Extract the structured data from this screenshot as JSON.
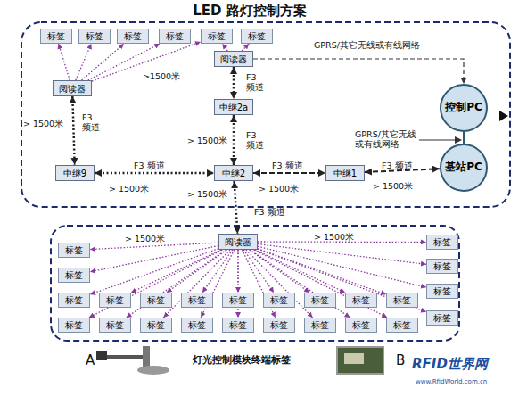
{
  "diagram": {
    "title": "LED 路灯控制方案",
    "nodes": [
      {
        "text": [
          "标签"
        ]
      },
      {
        "text": [
          "标签"
        ]
      },
      {
        "text": [
          "标签"
        ]
      },
      {
        "text": [
          "标签"
        ]
      },
      {
        "text": [
          "标签"
        ]
      },
      {
        "text": [
          "标签"
        ]
      },
      {
        "text": [
          "阅读器"
        ]
      },
      {
        "text": [
          "阅读器"
        ]
      },
      {
        "text": [
          "中继2a"
        ]
      },
      {
        "text": [
          "控制PC"
        ]
      },
      {
        "text": [
          "中继9"
        ]
      },
      {
        "text": [
          "中继2"
        ]
      },
      {
        "text": [
          "中继1"
        ]
      },
      {
        "text": [
          "基站PC"
        ]
      },
      {
        "text": [
          "阅读器"
        ]
      },
      {
        "text": [
          "标签"
        ]
      },
      {
        "text": [
          "标签"
        ]
      },
      {
        "text": [
          "标签"
        ]
      },
      {
        "text": [
          "标签"
        ]
      },
      {
        "text": [
          "标签"
        ]
      },
      {
        "text": [
          "标签"
        ]
      },
      {
        "text": [
          "标签"
        ]
      },
      {
        "text": [
          "标签"
        ]
      },
      {
        "text": [
          "标签"
        ]
      },
      {
        "text": [
          "标签"
        ]
      },
      {
        "text": [
          "标签"
        ]
      },
      {
        "text": [
          "标签"
        ]
      },
      {
        "text": [
          "标签"
        ]
      },
      {
        "text": [
          "标签"
        ]
      },
      {
        "text": [
          "标签"
        ]
      },
      {
        "text": [
          "标签"
        ]
      },
      {
        "text": [
          "标签"
        ]
      },
      {
        "text": [
          "标签"
        ]
      },
      {
        "text": [
          "标签"
        ]
      },
      {
        "text": [
          "标签"
        ]
      },
      {
        "text": [
          "标签"
        ]
      },
      {
        "text": [
          "标签"
        ]
      },
      {
        "text": [
          "标签"
        ]
      },
      {
        "text": [
          "标签"
        ]
      }
    ],
    "edges": [
      {
        "from": 7,
        "to": 0,
        "arrow": "to"
      },
      {
        "from": 7,
        "to": 1,
        "arrow": "to"
      },
      {
        "from": 7,
        "to": 2,
        "arrow": "to"
      },
      {
        "from": 7,
        "to": 3,
        "arrow": "to"
      },
      {
        "from": 7,
        "to": 4,
        "arrow": "to"
      },
      {
        "from": 6,
        "to": 4,
        "arrow": "to"
      },
      {
        "from": 6,
        "to": 5,
        "arrow": "to"
      },
      {
        "from": 6,
        "to": 9,
        "label": "GPRS/其它无线或有线网络",
        "arrow": "to"
      },
      {
        "from": 6,
        "to": 8,
        "label": "F3 频道",
        "arrow": "both"
      },
      {
        "from": 7,
        "to": 10,
        "label": "F3 频道",
        "arrow": "both"
      },
      {
        "from": 8,
        "to": 11,
        "label": "F3 频道",
        "arrow": "both"
      },
      {
        "from": 10,
        "to": 11,
        "label": "F3 频道",
        "arrow": "both"
      },
      {
        "from": 11,
        "to": 12,
        "label": "F3 频道",
        "arrow": "both"
      },
      {
        "from": 12,
        "to": 13,
        "label": "F3 频道",
        "arrow": "both"
      },
      {
        "from": 9,
        "to": 13,
        "arrow": "none"
      },
      {
        "from": 11,
        "to": 14,
        "label": "F3 频道",
        "arrow": "both"
      },
      {
        "from": 14,
        "to": 15,
        "arrow": "to"
      },
      {
        "from": 14,
        "to": 16,
        "arrow": "to"
      },
      {
        "from": 14,
        "to": 17,
        "arrow": "to"
      },
      {
        "from": 14,
        "to": 18,
        "arrow": "to"
      },
      {
        "from": 14,
        "to": 19,
        "arrow": "to"
      },
      {
        "from": 14,
        "to": 20,
        "arrow": "to"
      },
      {
        "from": 14,
        "to": 21,
        "arrow": "to"
      },
      {
        "from": 14,
        "to": 22,
        "arrow": "to"
      },
      {
        "from": 14,
        "to": 23,
        "arrow": "to"
      },
      {
        "from": 14,
        "to": 24,
        "arrow": "to"
      },
      {
        "from": 14,
        "to": 25,
        "arrow": "to"
      },
      {
        "from": 14,
        "to": 26,
        "arrow": "to"
      },
      {
        "from": 14,
        "to": 27,
        "arrow": "to"
      },
      {
        "from": 14,
        "to": 28,
        "arrow": "to"
      },
      {
        "from": 14,
        "to": 29,
        "arrow": "to"
      },
      {
        "from": 14,
        "to": 30,
        "arrow": "to"
      },
      {
        "from": 14,
        "to": 31,
        "arrow": "to"
      },
      {
        "from": 14,
        "to": 32,
        "arrow": "to"
      },
      {
        "from": 14,
        "to": 33,
        "arrow": "to"
      },
      {
        "from": 14,
        "to": 34,
        "arrow": "to"
      },
      {
        "from": 14,
        "to": 35,
        "arrow": "to"
      },
      {
        "from": 14,
        "to": 36,
        "arrow": "to"
      },
      {
        "from": 14,
        "to": 37,
        "arrow": "to"
      },
      {
        "from": 14,
        "to": 38,
        "arrow": "to"
      }
    ],
    "labels": [
      ">1500米",
      "> 1500米",
      "> 1500米",
      "> 1500米",
      "> 1500米",
      "> 1500米",
      "> 1500米",
      "GPRS/其它无线 或有线网络",
      "> 1500米",
      "> 1500米",
      "A",
      "灯光控制模块终端标签",
      "B",
      "RFID世界网",
      "www.RfidWorld.com.cn"
    ]
  }
}
